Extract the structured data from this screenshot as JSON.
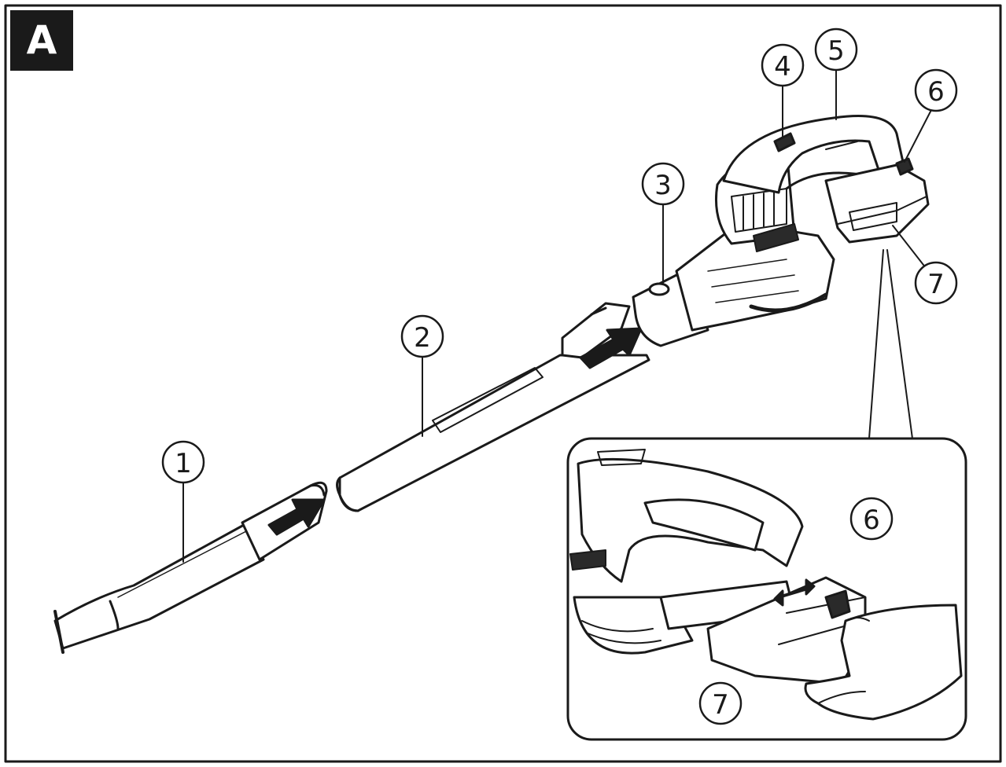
{
  "figure": {
    "panel_letter": "A",
    "callouts": [
      {
        "id": "1",
        "label": "1"
      },
      {
        "id": "2",
        "label": "2"
      },
      {
        "id": "3",
        "label": "3"
      },
      {
        "id": "4",
        "label": "4"
      },
      {
        "id": "5",
        "label": "5"
      },
      {
        "id": "6",
        "label": "6"
      },
      {
        "id": "7",
        "label": "7"
      }
    ],
    "inset_callouts": [
      {
        "id": "6",
        "label": "6"
      },
      {
        "id": "7",
        "label": "7"
      }
    ],
    "colors": {
      "line": "#1a1a1a",
      "fill": "#ffffff",
      "shade": "#e8e8e8",
      "dark": "#2a2a2a"
    }
  }
}
